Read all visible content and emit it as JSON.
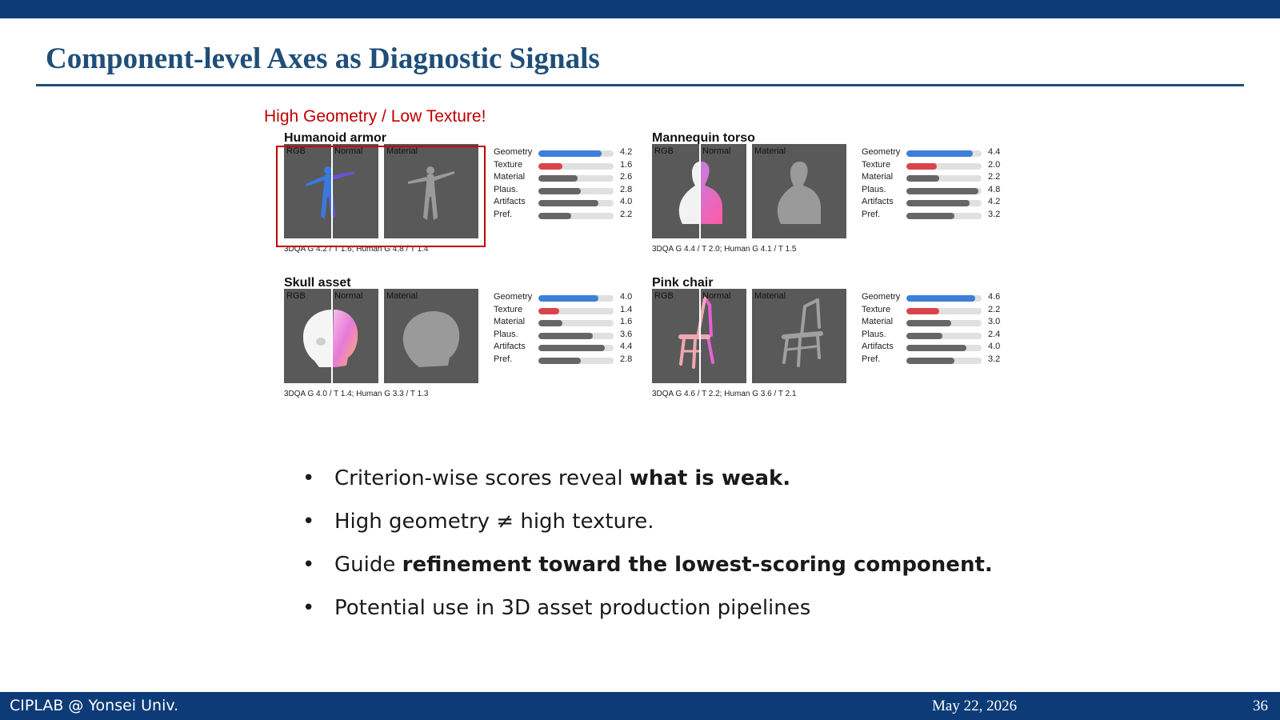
{
  "slide": {
    "title": "Component-level Axes as Diagnostic Signals",
    "callout": "High Geometry / Low Texture!"
  },
  "view_labels": {
    "rgb": "RGB",
    "normal": "Normal",
    "material": "Material"
  },
  "colors": {
    "geometry_bar": "#3d7fd9",
    "texture_bar": "#d9444a",
    "other_bar": "#666666",
    "header": "#0c3b77",
    "title": "#1f4e79",
    "callout": "#c00000"
  },
  "panels": [
    {
      "name": "Humanoid armor",
      "caption": "3DQA G 4.2 / T 1.6; Human G 4.8 / T 1.4",
      "scores": [
        {
          "label": "Geometry",
          "value": 4.2,
          "display": "4.2"
        },
        {
          "label": "Texture",
          "value": 1.6,
          "display": "1.6"
        },
        {
          "label": "Material",
          "value": 2.6,
          "display": "2.6"
        },
        {
          "label": "Plaus.",
          "value": 2.8,
          "display": "2.8"
        },
        {
          "label": "Artifacts",
          "value": 4.0,
          "display": "4.0"
        },
        {
          "label": "Pref.",
          "value": 2.2,
          "display": "2.2"
        }
      ]
    },
    {
      "name": "Mannequin torso",
      "caption": "3DQA G 4.4 / T 2.0; Human G 4.1 / T 1.5",
      "scores": [
        {
          "label": "Geometry",
          "value": 4.4,
          "display": "4.4"
        },
        {
          "label": "Texture",
          "value": 2.0,
          "display": "2.0"
        },
        {
          "label": "Material",
          "value": 2.2,
          "display": "2.2"
        },
        {
          "label": "Plaus.",
          "value": 4.8,
          "display": "4.8"
        },
        {
          "label": "Artifacts",
          "value": 4.2,
          "display": "4.2"
        },
        {
          "label": "Pref.",
          "value": 3.2,
          "display": "3.2"
        }
      ]
    },
    {
      "name": "Skull asset",
      "caption": "3DQA G 4.0 / T 1.4; Human G 3.3 / T 1.3",
      "scores": [
        {
          "label": "Geometry",
          "value": 4.0,
          "display": "4.0"
        },
        {
          "label": "Texture",
          "value": 1.4,
          "display": "1.4"
        },
        {
          "label": "Material",
          "value": 1.6,
          "display": "1.6"
        },
        {
          "label": "Plaus.",
          "value": 3.6,
          "display": "3.6"
        },
        {
          "label": "Artifacts",
          "value": 4.4,
          "display": "4.4"
        },
        {
          "label": "Pref.",
          "value": 2.8,
          "display": "2.8"
        }
      ]
    },
    {
      "name": "Pink chair",
      "caption": "3DQA G 4.6 / T 2.2; Human G 3.6 / T 2.1",
      "scores": [
        {
          "label": "Geometry",
          "value": 4.6,
          "display": "4.6"
        },
        {
          "label": "Texture",
          "value": 2.2,
          "display": "2.2"
        },
        {
          "label": "Material",
          "value": 3.0,
          "display": "3.0"
        },
        {
          "label": "Plaus.",
          "value": 2.4,
          "display": "2.4"
        },
        {
          "label": "Artifacts",
          "value": 4.0,
          "display": "4.0"
        },
        {
          "label": "Pref.",
          "value": 3.2,
          "display": "3.2"
        }
      ]
    }
  ],
  "bullets": [
    {
      "plain": "Criterion-wise scores reveal ",
      "bold": "what is weak."
    },
    {
      "plain": "High geometry ≠ high texture.",
      "bold": ""
    },
    {
      "plain": "Guide ",
      "bold": "refinement toward the lowest-scoring component."
    },
    {
      "plain": "Potential use in 3D asset production pipelines",
      "bold": ""
    }
  ],
  "bullet_symbol": "•",
  "footer": {
    "org": "CIPLAB @ Yonsei Univ.",
    "date": "May 22, 2026",
    "page": "36"
  }
}
